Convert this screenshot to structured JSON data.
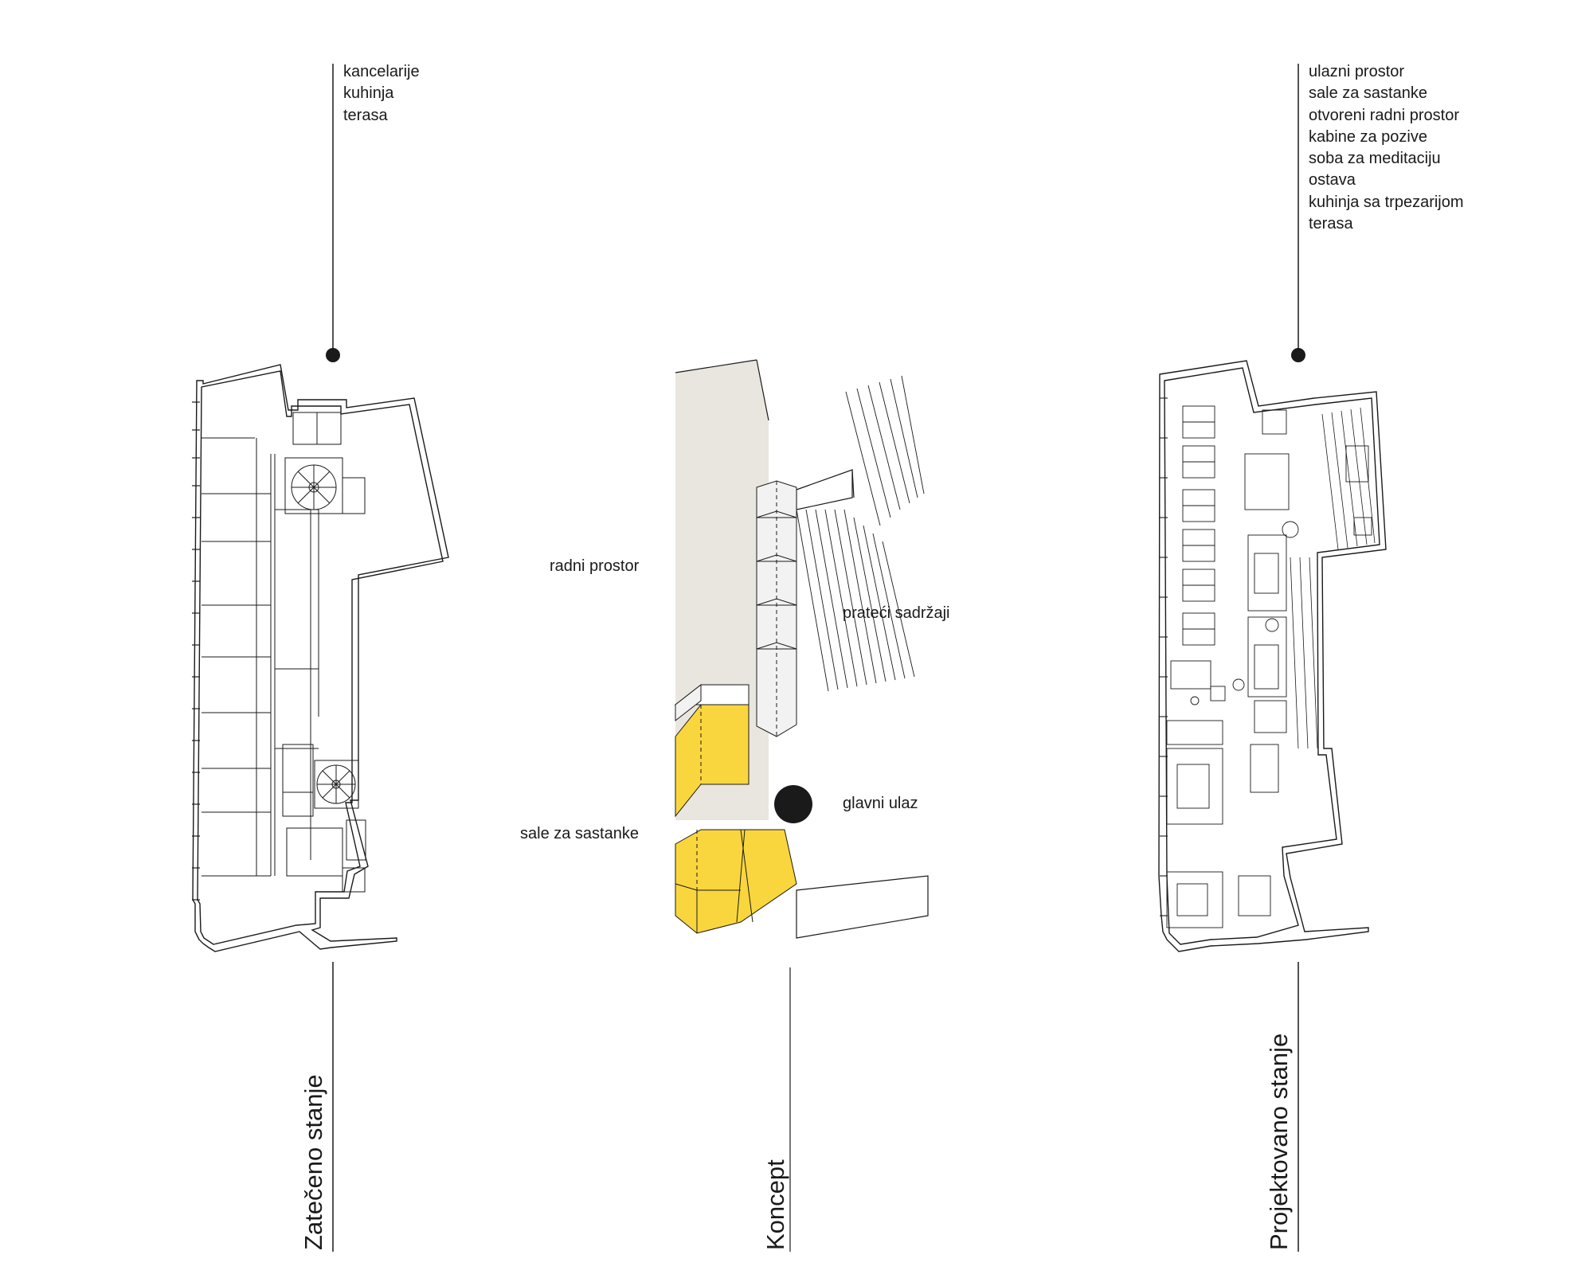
{
  "existing": {
    "title": "Zatečeno stanje",
    "functions": [
      "kancelarije",
      "kuhinja",
      "terasa"
    ]
  },
  "concept": {
    "title": "Koncept",
    "labels": {
      "work_area": "radni prostor",
      "support": "prateći sadržaji",
      "meeting_rooms": "sale za sastanke",
      "main_entrance": "glavni ulaz"
    }
  },
  "designed": {
    "title": "Projektovano stanje",
    "functions": [
      "ulazni prostor",
      "sale za sastanke",
      "otvoreni radni prostor",
      "kabine za pozive",
      "soba za meditaciju",
      "ostava",
      "kuhinja sa trpezarijom",
      "terasa"
    ]
  },
  "colors": {
    "meeting_yellow": "#f9d63d",
    "work_area_fill": "#e9e6df",
    "support_fill": "#f2f2f2",
    "line": "#1a1a1a"
  }
}
